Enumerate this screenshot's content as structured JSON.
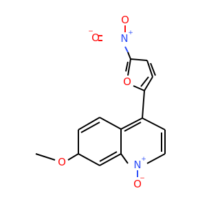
{
  "molecule": {
    "atoms": {
      "nitro_o_left": {
        "symbol": "O",
        "charge": "−",
        "color": "#ff0d0d"
      },
      "nitro_n": {
        "symbol": "N",
        "charge": "+",
        "color": "#3050f8"
      },
      "nitro_o_right": {
        "symbol": "O",
        "color": "#ff0d0d"
      },
      "furan_o": {
        "symbol": "O",
        "color": "#ff0d0d"
      },
      "methoxy_o": {
        "symbol": "O",
        "color": "#ff0d0d"
      },
      "quinoline_n": {
        "symbol": "N",
        "charge": "+",
        "color": "#3050f8"
      },
      "oxide_o": {
        "symbol": "O",
        "charge": "−",
        "color": "#ff0d0d"
      }
    }
  }
}
